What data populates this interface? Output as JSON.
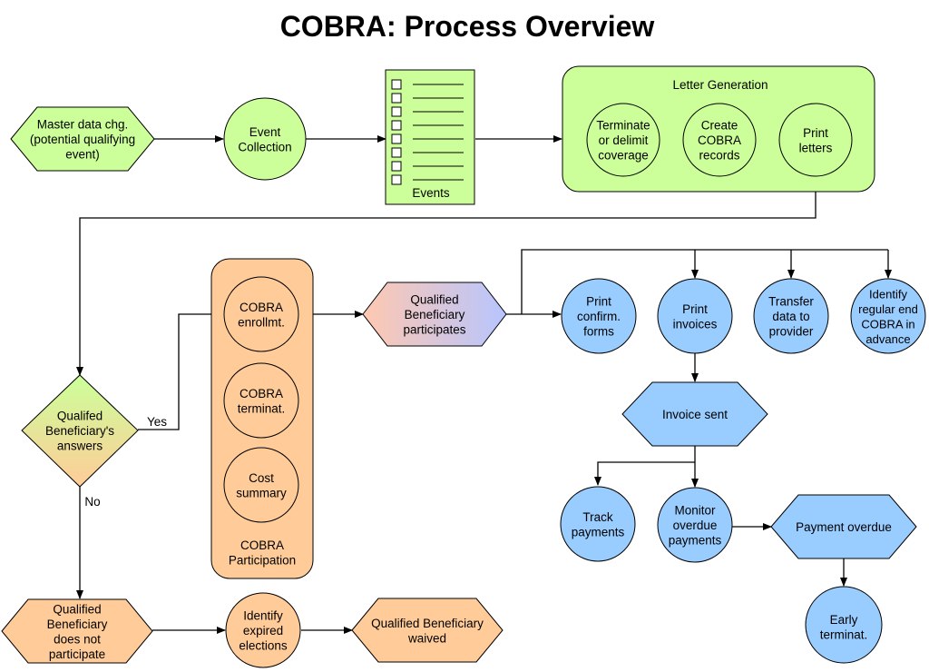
{
  "title": "COBRA: Process Overview",
  "colors": {
    "green": "#ccff99",
    "orange": "#ffcc99",
    "blue": "#99ccff",
    "gradient_start": "#ffc8b0",
    "gradient_end": "#b7c5ff",
    "stroke": "#000000"
  },
  "nodes": {
    "master_data": "Master data chg.\n(potential qualifying\nevent)",
    "event_collection": "Event\nCollection",
    "events_doc": "Events",
    "letter_generation": "Letter Generation",
    "terminate_coverage": "Terminate\nor delimit\ncoverage",
    "create_records": "Create\nCOBRA\nrecords",
    "print_letters": "Print\nletters",
    "qb_answers": "Qualifed\nBeneficiary's\nanswers",
    "yes_label": "Yes",
    "no_label": "No",
    "cobra_enrollment": "COBRA\nenrollmt.",
    "cobra_termination": "COBRA\nterminat.",
    "cost_summary": "Cost\nsummary",
    "cobra_participation": "COBRA\nParticipation",
    "qb_participates": "Qualified\nBeneficiary\nparticipates",
    "print_confirm": "Print\nconfirm.\nforms",
    "print_invoices": "Print\ninvoices",
    "transfer_data": "Transfer\ndata to\nprovider",
    "identify_regular_end": "Identify\nregular end\nCOBRA in\nadvance",
    "invoice_sent": "Invoice sent",
    "track_payments": "Track\npayments",
    "monitor_overdue": "Monitor\noverdue\npayments",
    "payment_overdue": "Payment overdue",
    "early_termination": "Early\nterminat.",
    "qb_not_participate": "Qualified\nBeneficiary\ndoes not\nparticipate",
    "identify_expired": "Identify\nexpired\nelections",
    "qb_waived": "Qualified Beneficiary\nwaived"
  }
}
